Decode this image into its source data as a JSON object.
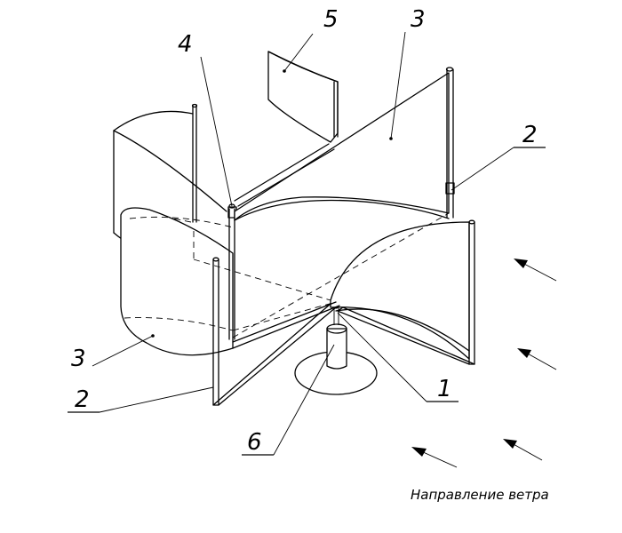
{
  "callouts": {
    "label_1": "1",
    "label_2_right": "2",
    "label_2_left": "2",
    "label_3_top": "3",
    "label_3_left": "3",
    "label_4": "4",
    "label_5": "5",
    "label_6": "6"
  },
  "wind_caption": "Направление ветра"
}
